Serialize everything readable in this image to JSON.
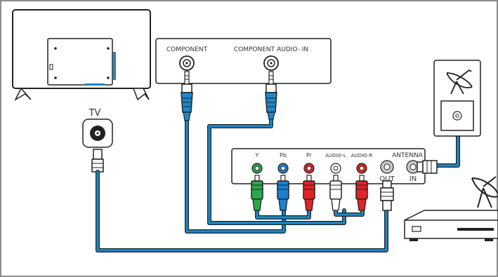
{
  "labels": {
    "tv": "TV",
    "component": "COMPONENT",
    "component_audio_in": "COMPONENT AUDIO- IN",
    "y": "Y",
    "pb": "Pb",
    "pr": "Pr",
    "audio_l": "AUDIO-L",
    "audio_r": "AUDIO-R",
    "antenna": "ANTENNA",
    "out": "OUT",
    "in": "IN"
  },
  "colors": {
    "cable_blue": "#1e87c8",
    "outline": "#222222",
    "y_green": "#2aa84a",
    "pb_blue": "#1e7fd0",
    "pr_red": "#e02424",
    "audio_white": "#ffffff",
    "audio_red": "#e02424"
  }
}
